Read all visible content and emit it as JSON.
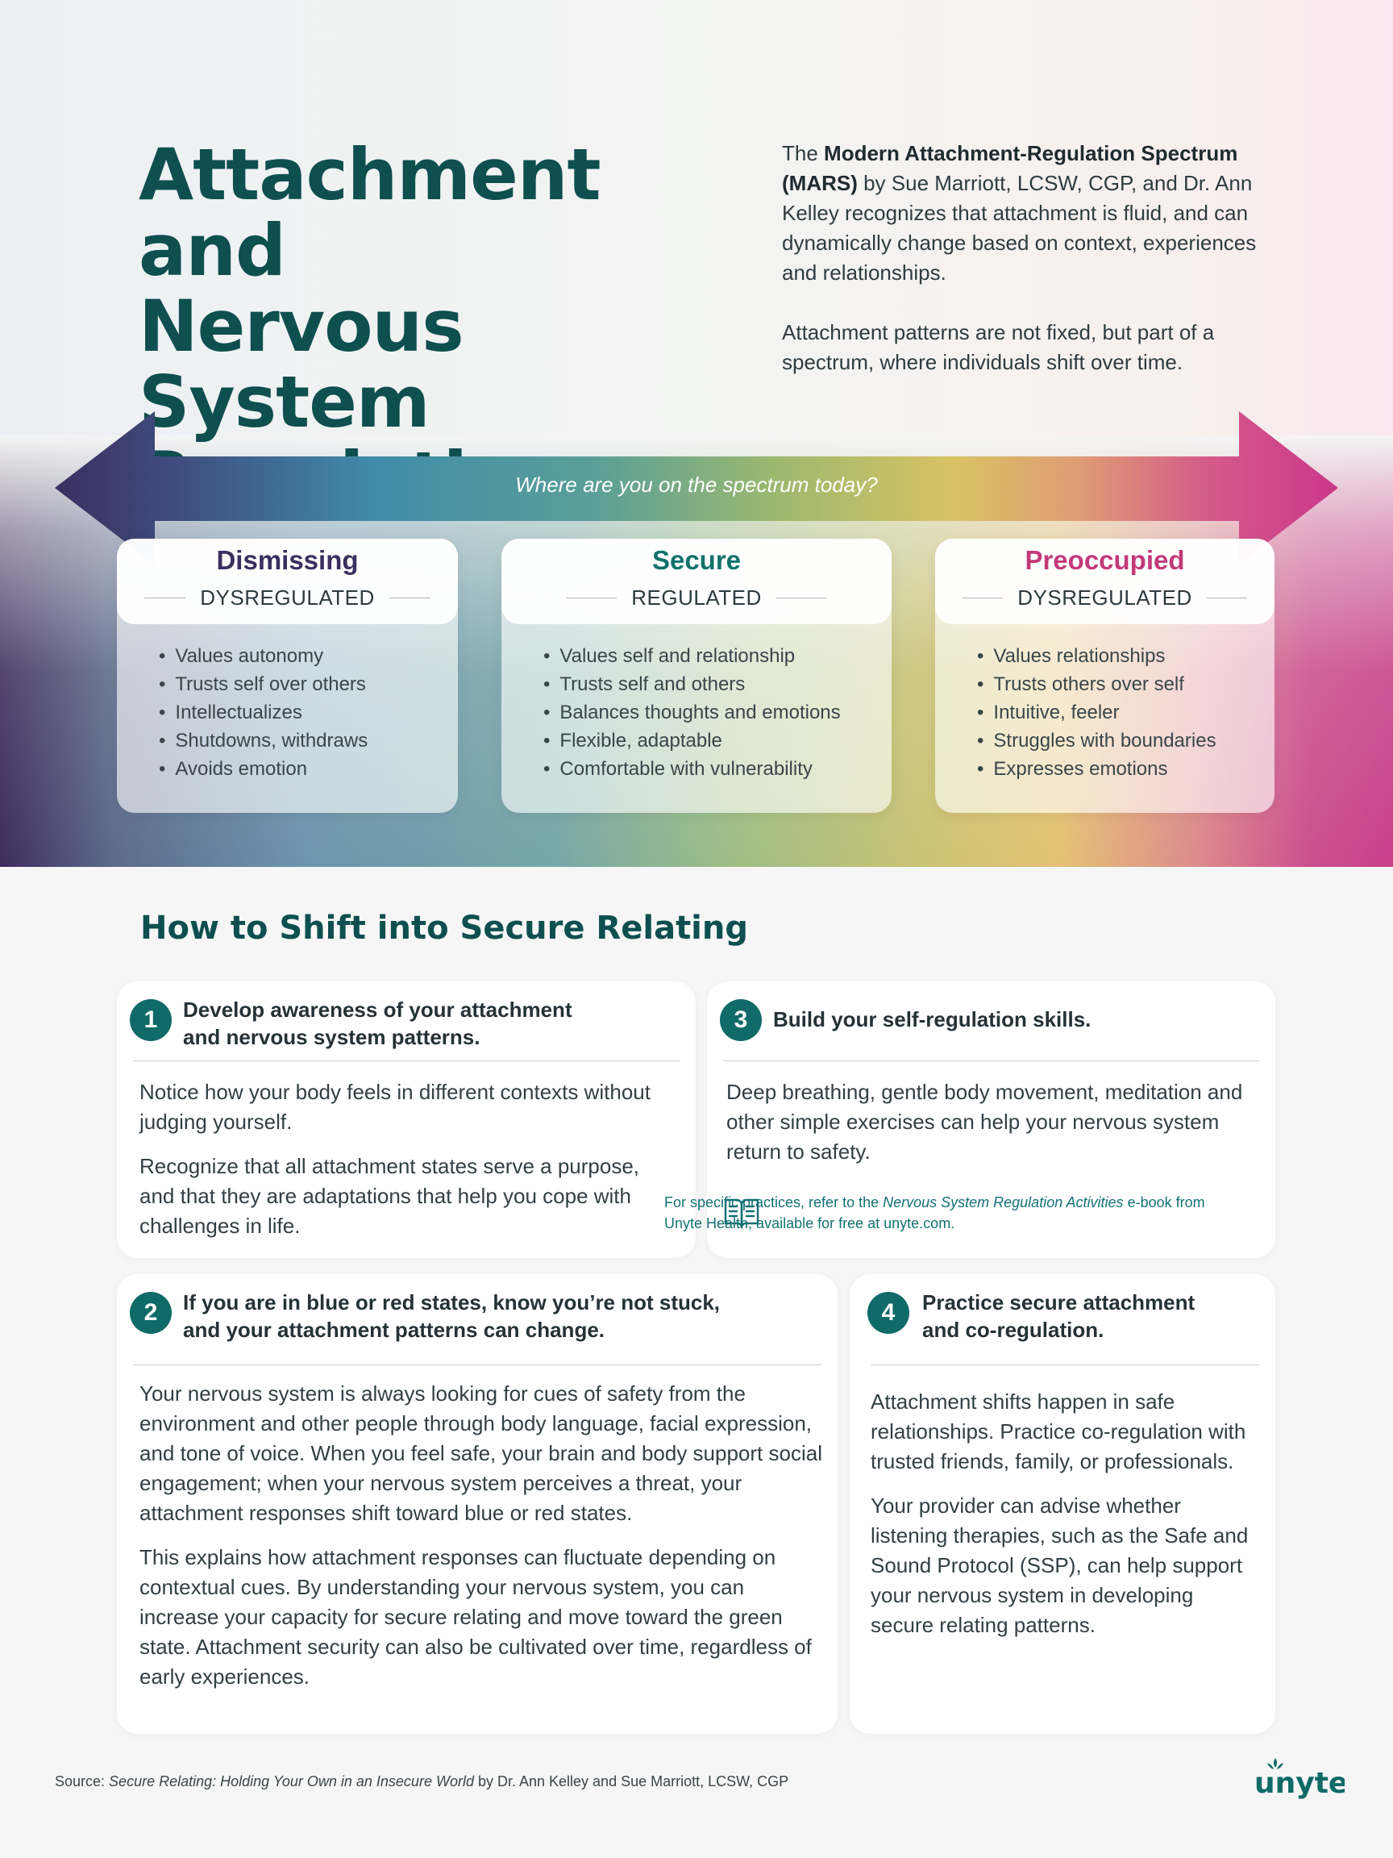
{
  "header": {
    "title_lines": [
      "Attachment and",
      "Nervous System",
      "Regulation"
    ],
    "intro_p1_pre": "The ",
    "intro_p1_bold": "Modern Attachment-Regulation Spectrum (MARS)",
    "intro_p1_post": " by Sue Marriott, LCSW, CGP, and Dr. Ann Kelley recognizes that attachment is fluid, and can dynamically change based on context, experiences and relationships.",
    "intro_p2": "Attachment patterns are not fixed, but part of a spectrum, where individuals shift over time."
  },
  "spectrum": {
    "prompt": "Where are you on the spectrum today?",
    "states": [
      {
        "name": "Dismissing",
        "status": "DYSREGULATED",
        "color": "#3a2f5e",
        "traits": [
          "Values autonomy",
          "Trusts self over others",
          "Intellectualizes",
          "Shutdowns, withdraws",
          "Avoids emotion"
        ]
      },
      {
        "name": "Secure",
        "status": "REGULATED",
        "color": "#10726b",
        "traits": [
          "Values self and relationship",
          "Trusts self and others",
          "Balances thoughts and emotions",
          "Flexible, adaptable",
          "Comfortable with vulnerability"
        ]
      },
      {
        "name": "Preoccupied",
        "status": "DYSREGULATED",
        "color": "#c23a7a",
        "traits": [
          "Values relationships",
          "Trusts others over self",
          "Intuitive, feeler",
          "Struggles with boundaries",
          "Expresses emotions"
        ]
      }
    ]
  },
  "section_title": "How to Shift into Secure Relating",
  "steps": [
    {
      "number": "1",
      "title_lines": [
        "Develop awareness of your attachment",
        "and nervous system patterns."
      ],
      "paragraphs": [
        "Notice how your body feels in different contexts without judging yourself.",
        "Recognize that all attachment states serve a purpose, and that they are adaptations that help you cope with challenges in life."
      ]
    },
    {
      "number": "2",
      "title_lines": [
        "If you are in blue or red states, know you’re not stuck,",
        "and your attachment patterns can change."
      ],
      "paragraphs": [
        "Your nervous system is always looking for cues of safety from the environment and other people through body language, facial expression, and tone of voice. When you feel safe, your brain and body support social engagement; when your nervous system perceives a threat, your attachment responses shift toward blue or red states.",
        "This explains how attachment responses can fluctuate depending on contextual cues. By understanding your nervous system, you can increase your capacity for secure relating and move toward the green state. Attachment security can also be cultivated over time, regardless of early experiences."
      ]
    },
    {
      "number": "3",
      "title_lines": [
        "Build your self-regulation skills."
      ],
      "paragraphs": [
        "Deep breathing, gentle body movement, meditation and other simple exercises can help your nervous system return to safety."
      ],
      "tip_pre": "For specific practices, refer to the ",
      "tip_italic": "Nervous System Regulation Activities",
      "tip_post": " e-book from Unyte Health, available for free at unyte.com.",
      "tip_icon": "book-icon"
    },
    {
      "number": "4",
      "title_lines": [
        "Practice secure attachment",
        "and co-regulation."
      ],
      "paragraphs": [
        "Attachment shifts happen in safe relationships. Practice co-regulation with trusted friends, family, or professionals.",
        "Your provider can advise whether listening therapies, such as the Safe and Sound Protocol (SSP), can help support your nervous system in developing secure relating patterns."
      ]
    }
  ],
  "footer": {
    "source_label": "Source: ",
    "source_title": "Secure Relating: Holding Your Own in an Insecure World",
    "source_authors": " by Dr. Ann Kelley and Sue Marriott, LCSW, CGP",
    "logo_text": "unyte",
    "brand_color": "#0f6a68"
  }
}
